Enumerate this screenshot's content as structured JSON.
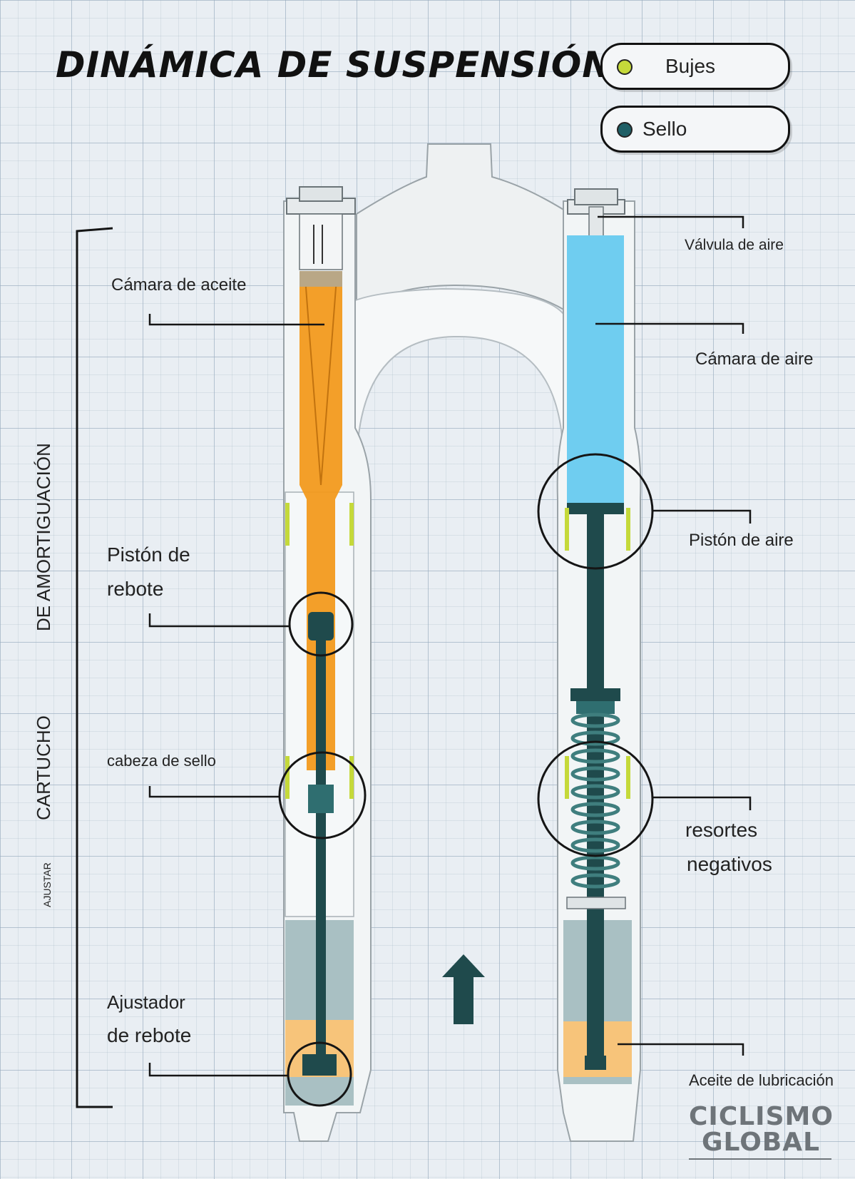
{
  "title": "DINÁMICA DE SUSPENSIÓN",
  "legend": [
    {
      "label": "Bujes",
      "color": "#c5d93a"
    },
    {
      "label": "Sello",
      "color": "#1f5f66"
    }
  ],
  "vertical_labels": {
    "main_line1": "CARTUCHO",
    "main_line2": "DE AMORTIGUACIÓN",
    "small": "AJUSTAR"
  },
  "labels": {
    "camara_aceite": "Cámara de aceite",
    "piston_rebote_1": "Pistón de",
    "piston_rebote_2": "rebote",
    "cabeza_sello": "cabeza de sello",
    "ajustador_1": "Ajustador",
    "ajustador_2": "de rebote",
    "valvula_aire": "Válvula de aire",
    "camara_aire": "Cámara de aire",
    "piston_aire": "Pistón de aire",
    "resortes_1": "resortes",
    "resortes_2": "negativos",
    "aceite_lub": "Aceite de lubricación"
  },
  "brand": {
    "line1": "CICLISMO",
    "line2": "GLOBAL"
  },
  "colors": {
    "oil": "#f29a1e",
    "air": "#6fcdf0",
    "lube": "#f7c47a",
    "shaft": "#1f4a4c",
    "bushing": "#c5d93a",
    "lower_leg": "#a9c0c3"
  }
}
